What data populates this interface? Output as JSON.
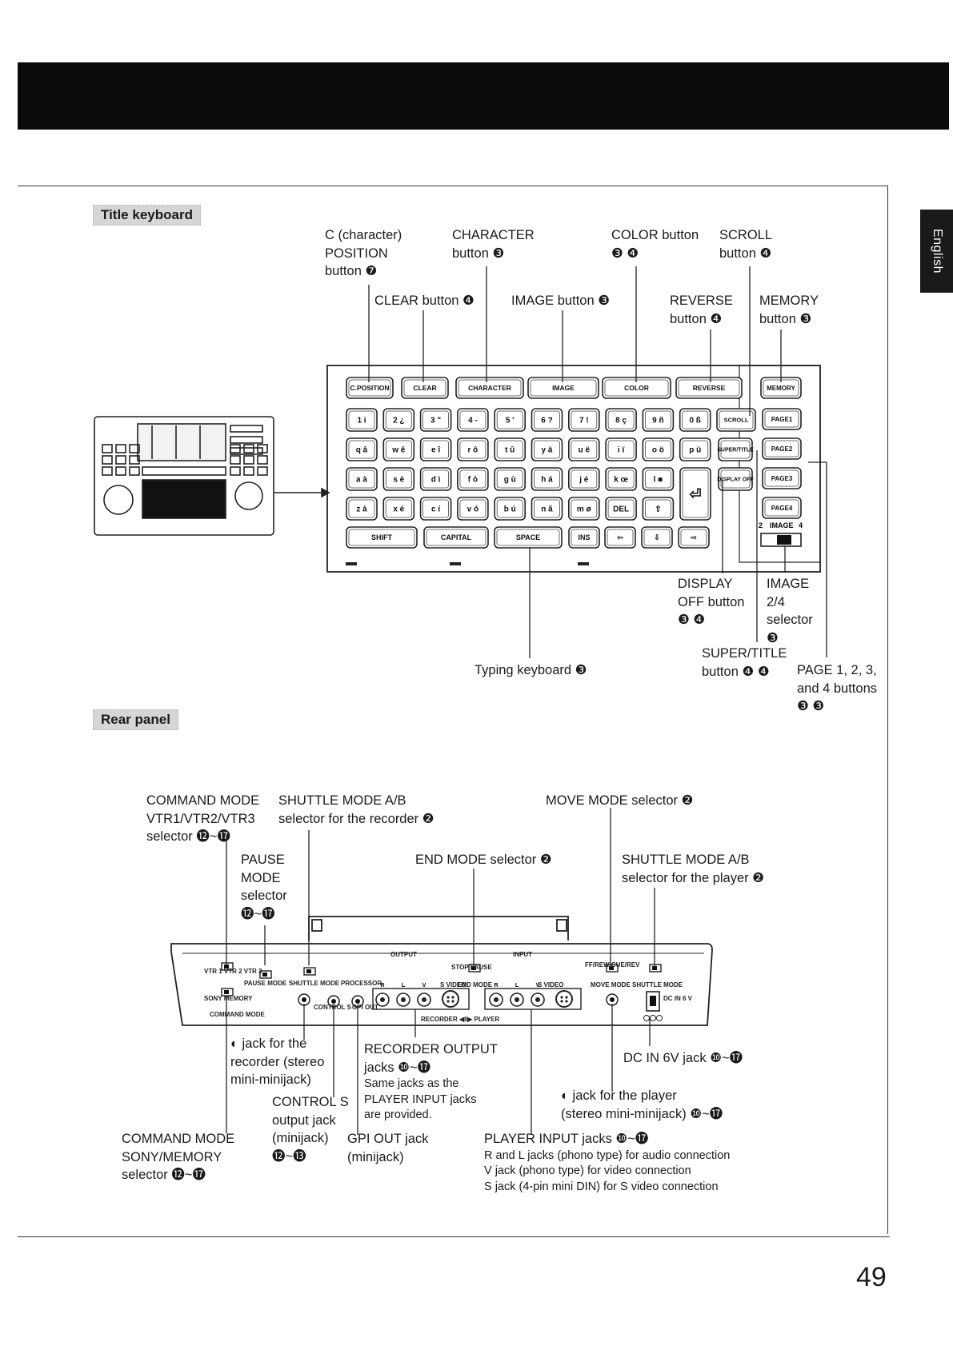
{
  "side_tab": "English",
  "page_number": "49",
  "title_keyboard": {
    "section_title": "Title keyboard",
    "callouts": {
      "c_position": [
        "C (character)",
        "POSITION",
        "button ❼"
      ],
      "character": [
        "CHARACTER",
        "button ❸"
      ],
      "color": [
        "COLOR button",
        "❸ ❹"
      ],
      "scroll": [
        "SCROLL",
        "button ❹"
      ],
      "clear": "CLEAR button ❹",
      "image": "IMAGE button ❸",
      "reverse": [
        "REVERSE",
        "button ❹"
      ],
      "memory": [
        "MEMORY",
        "button ❸"
      ],
      "display_off": [
        "DISPLAY",
        "OFF button",
        "❸ ❹"
      ],
      "image_selector": [
        "IMAGE",
        "2/4",
        "selector",
        "❸"
      ],
      "super_title": [
        "SUPER/TITLE",
        "button ❹ ❹"
      ],
      "typing": "Typing keyboard ❸",
      "page_buttons": [
        "PAGE 1, 2, 3,",
        "and 4 buttons",
        "❸ ❸"
      ]
    },
    "top_keys": [
      "C.POSITION",
      "CLEAR",
      "CHARACTER",
      "IMAGE",
      "COLOR",
      "REVERSE"
    ],
    "memory_key": "MEMORY",
    "right_keys": [
      "SCROLL",
      "SUPER/TITLE",
      "DISPLAY OFF"
    ],
    "page_keys": [
      "PAGE1",
      "PAGE2",
      "PAGE3",
      "PAGE4"
    ],
    "key_rows": [
      [
        "1 i",
        "2 ¿",
        "3 \"",
        "4 -",
        "5 '",
        "6 ?",
        "7 !",
        "8 ç",
        "9 ñ",
        "0 ß"
      ],
      [
        "q â",
        "w ê",
        "e î",
        "r ô",
        "t û",
        "y ä",
        "u ë",
        "i ï",
        "o ö",
        "p ü"
      ],
      [
        "a à",
        "s è",
        "d ì",
        "f ò",
        "g ù",
        "h á",
        "j é",
        "k œ",
        "l ■"
      ],
      [
        "z à",
        "x é",
        "c í",
        "v ó",
        "b ú",
        "n ã",
        "m ø",
        "DEL",
        "⇧"
      ]
    ],
    "bottom_keys": [
      "SHIFT",
      "CAPITAL",
      "SPACE",
      "INS",
      "⇦",
      "⇩",
      "⇨"
    ],
    "image_switch": {
      "label": "IMAGE",
      "left": "2",
      "right": "4"
    }
  },
  "rear_panel": {
    "section_title": "Rear panel",
    "callouts": {
      "command_mode_vtr": [
        "COMMAND MODE",
        "VTR1/VTR2/VTR3",
        "selector ⓬~⓱"
      ],
      "shuttle_recorder": [
        "SHUTTLE MODE A/B",
        "selector for the recorder ❷"
      ],
      "move_mode": "MOVE MODE selector ❷",
      "pause_mode": [
        "PAUSE",
        "MODE",
        "selector",
        "⓬~⓱"
      ],
      "end_mode": "END MODE selector ❷",
      "shuttle_player": [
        "SHUTTLE MODE A/B",
        "selector for the player ❷"
      ],
      "jack_recorder": [
        "◐ jack for the",
        "recorder (stereo",
        "mini-minijack)"
      ],
      "recorder_output": [
        "RECORDER OUTPUT",
        "jacks ❿~⓱"
      ],
      "recorder_output_note": [
        "Same jacks as the",
        "PLAYER INPUT jacks",
        "are provided."
      ],
      "dc_in": "DC IN 6V jack ❿~⓱",
      "control_s": [
        "CONTROL S",
        "output jack",
        "(minijack)",
        "⓬~⓭"
      ],
      "jack_player": [
        "◐ jack for the player",
        "(stereo mini-minijack) ❿~⓱"
      ],
      "command_sony": [
        "COMMAND MODE",
        "SONY/MEMORY",
        "selector ⓬~⓱"
      ],
      "gpi_out": [
        "GPI OUT jack",
        "(minijack)"
      ],
      "player_input": "PLAYER INPUT jacks ❿~⓱",
      "player_input_notes": [
        "R and L jacks (phono type) for audio connection",
        "V jack (phono type) for video connection",
        "S jack (4-pin mini DIN) for S video connection"
      ]
    },
    "panel_text": {
      "output": "OUTPUT",
      "input": "INPUT",
      "vtr": "VTR 1  VTR 2  VTR 3",
      "pause_mode": "PAUSE MODE",
      "shuttle_mode": "SHUTTLE MODE",
      "processor": "PROCESSOR",
      "s_video": "S VIDEO",
      "end_mode": "END MODE",
      "stop_pause": "STOP  PAUSE",
      "move_mode": "MOVE MODE",
      "ffrew_cuerev": "FF/REW  CUE/REV",
      "sony_memory": "SONY  MEMORY",
      "command_mode": "COMMAND MODE",
      "control_s": "CONTROL S",
      "gpi_out": "GPI OUT",
      "recorder_player": "RECORDER ◀‖▶ PLAYER",
      "dc_in": "DC IN 6 V",
      "rlv": [
        "R",
        "L",
        "V"
      ]
    }
  }
}
